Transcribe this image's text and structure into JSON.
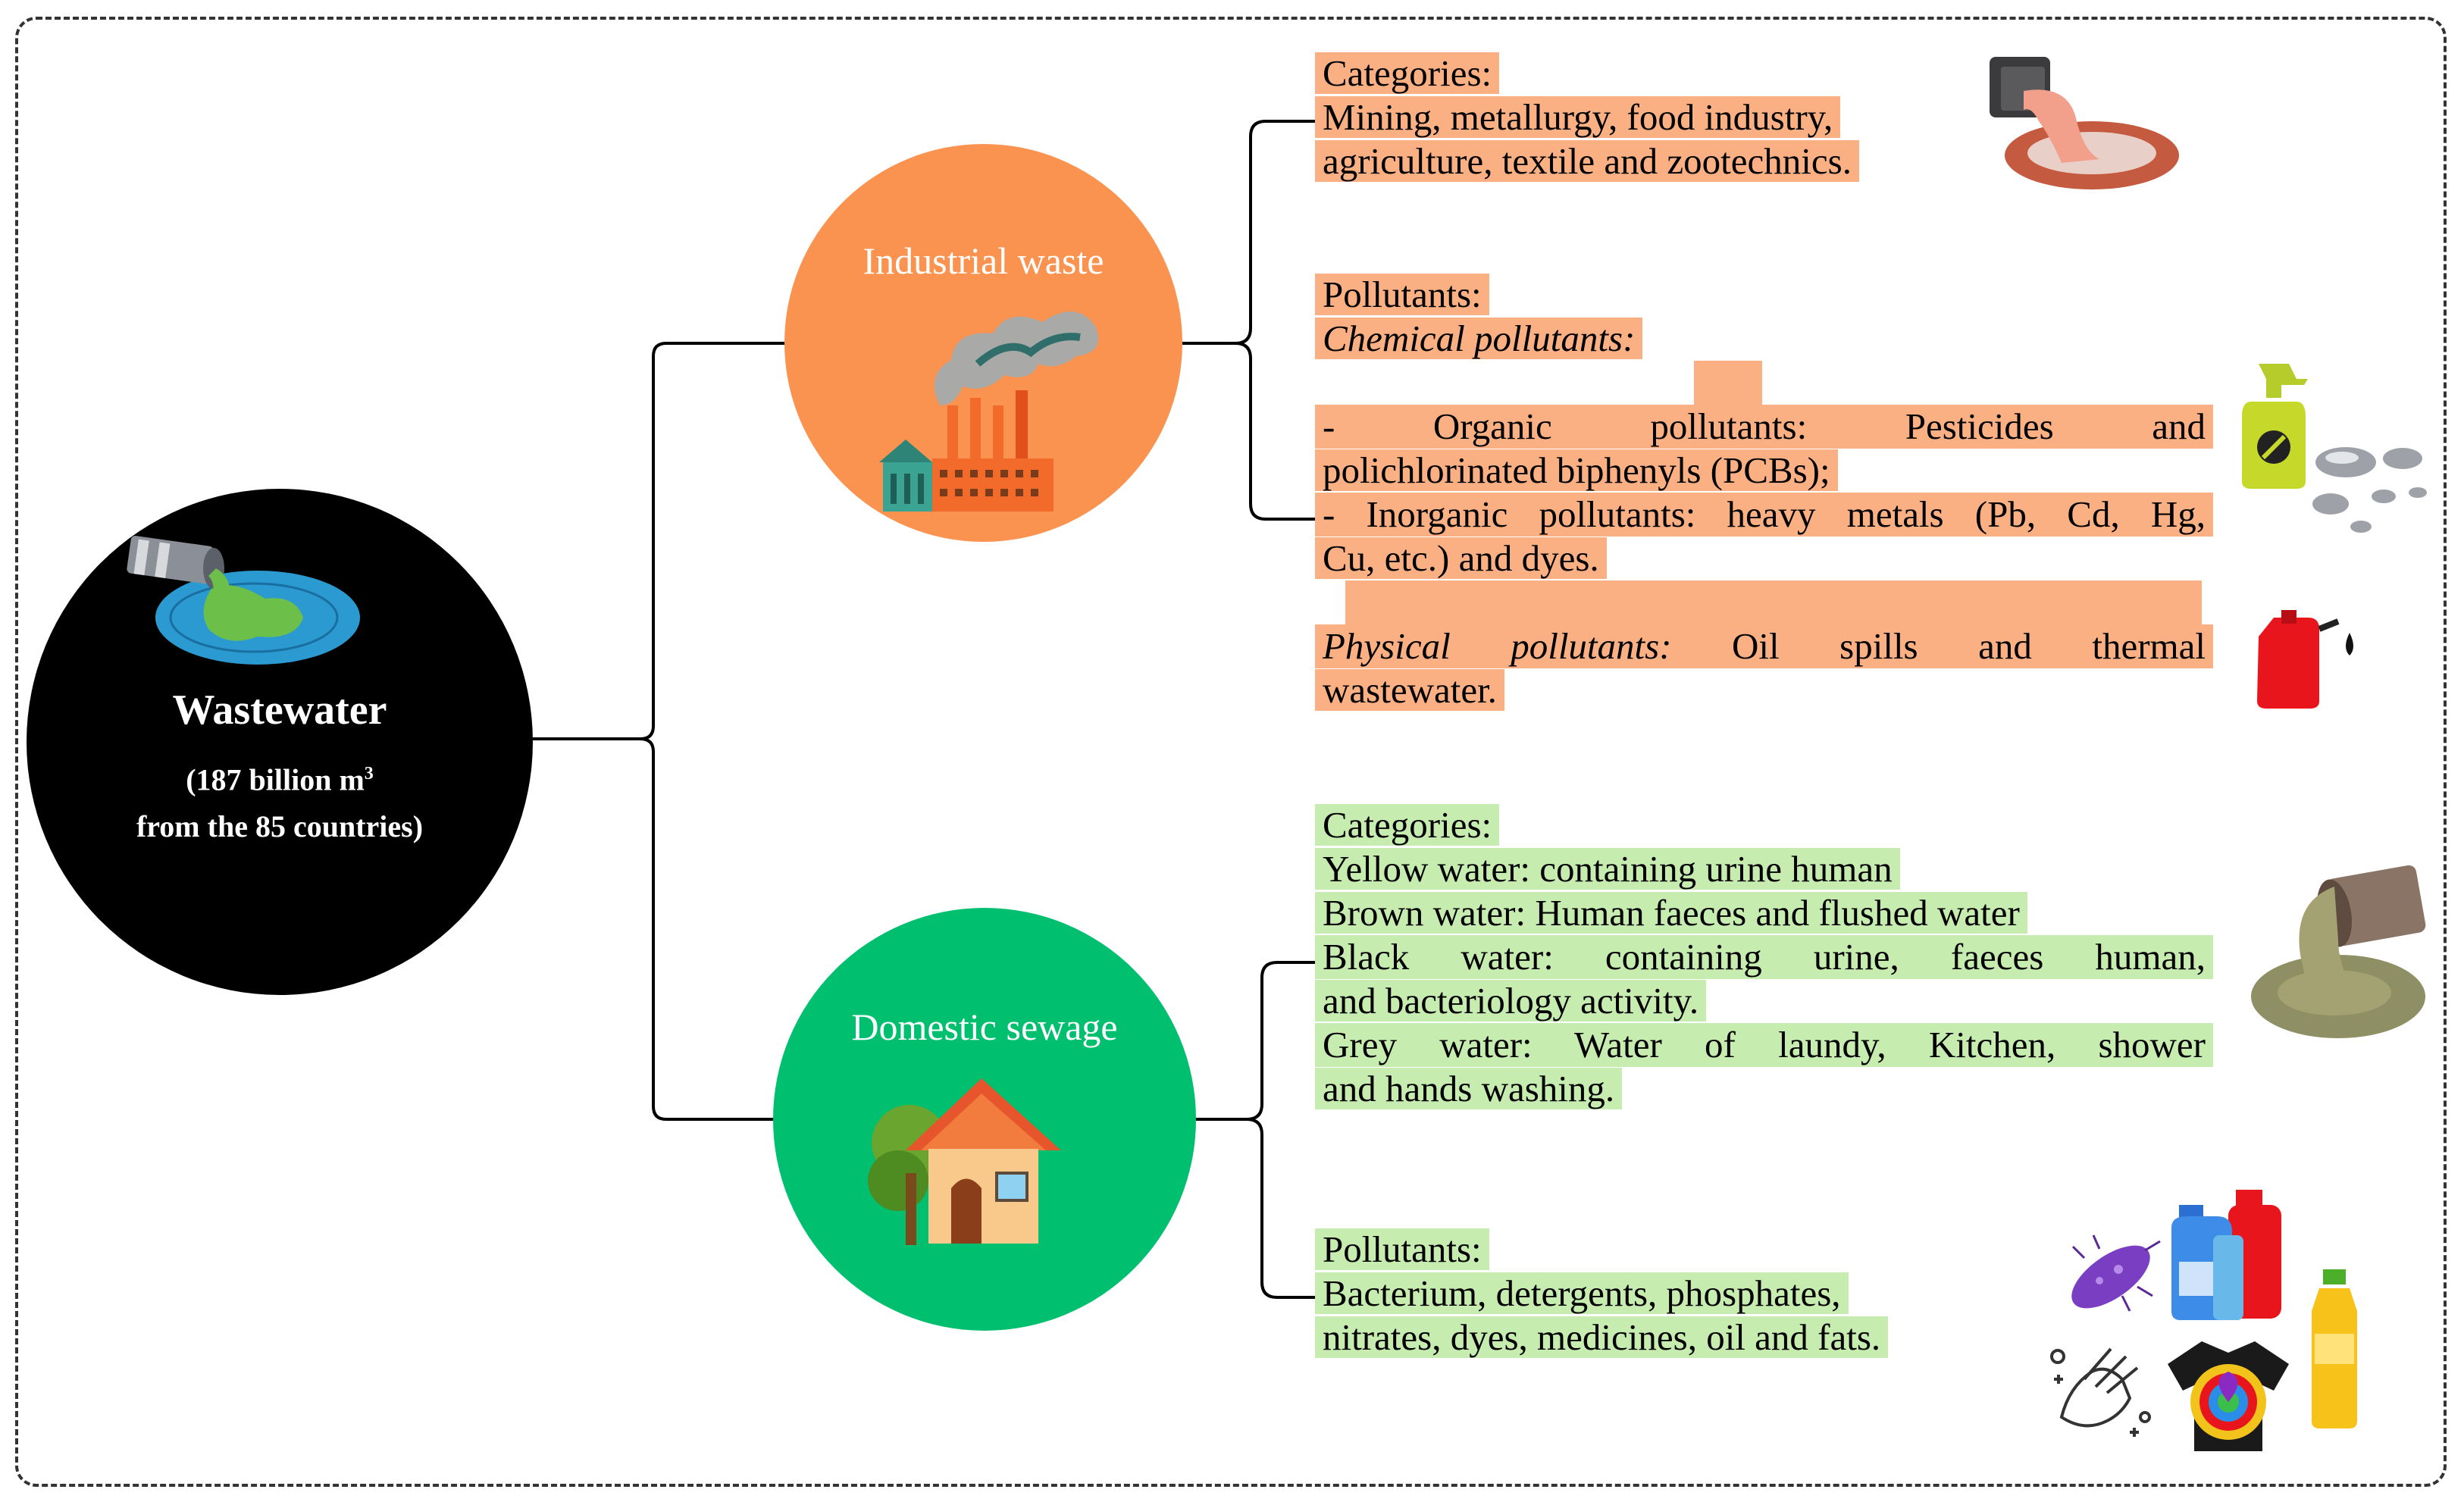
{
  "root": {
    "title": "Wastewater",
    "subtitle_line1": "(187 billion m",
    "subtitle_sup": "3",
    "subtitle_line2": "from the 85 countries)"
  },
  "industrial": {
    "title": "Industrial waste",
    "categories_heading": "Categories:",
    "categories_line1": "Mining, metallurgy, food industry,",
    "categories_line2": "agriculture, textile and zootechnics.",
    "pollutants_heading": "Pollutants:",
    "chemical_heading": "Chemical pollutants:",
    "organic_line1": "- Organic pollutants: Pesticides and",
    "organic_line2": "polichlorinated biphenyls (PCBs);",
    "inorganic_line1": "- Inorganic pollutants: heavy metals (Pb, Cd, Hg,",
    "inorganic_line2": "Cu, etc.) and dyes.",
    "physical_label": "Physical pollutants:",
    "physical_text": "Oil spills and thermal",
    "physical_line2": "wastewater."
  },
  "domestic": {
    "title": "Domestic sewage",
    "categories_heading": "Categories:",
    "yellow": "Yellow water: containing urine human",
    "brown": "Brown water: Human faeces and flushed water",
    "black_line1": "Black water: containing urine, faeces human,",
    "black_line2": "and bacteriology activity.",
    "grey_line1": "Grey water: Water of laundy, Kitchen, shower",
    "grey_line2": "and hands washing.",
    "pollutants_heading": "Pollutants:",
    "pollutants_line1": "Bacterium, detergents, phosphates,",
    "pollutants_line2": "nitrates, dyes, medicines, oil and fats."
  },
  "colors": {
    "industrial": "#fb9350",
    "industrial_highlight": "#fbb084",
    "domestic": "#00bf6f",
    "domestic_highlight": "#c6ecb0",
    "root": "#000000"
  },
  "icons": [
    "pipe-discharge-icon",
    "factory-smoke-icon",
    "house-icon",
    "spray-bottle-icon",
    "mercury-drops-icon",
    "fuel-can-icon",
    "sewage-pipe-icon",
    "bacterium-icon",
    "detergent-bottles-icon",
    "hand-washing-icon",
    "tie-dye-shirt-icon",
    "oil-bottle-icon",
    "waste-pipe-icon"
  ]
}
